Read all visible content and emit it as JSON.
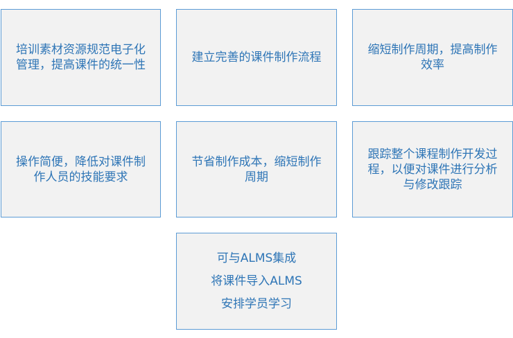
{
  "boxes": [
    {
      "lines": [
        "培训素材资源规范电子化",
        "管理，提高课件的统一性"
      ]
    },
    {
      "lines": [
        "建立完善的课件制作流程"
      ]
    },
    {
      "lines": [
        "缩短制作周期，提高制作",
        "效率"
      ]
    },
    {
      "lines": [
        "操作简便，降低对课件制",
        "作人员的技能要求"
      ]
    },
    {
      "lines": [
        "节省制作成本，缩短制作",
        "周期"
      ]
    },
    {
      "lines": [
        "跟踪整个课程制作开发过",
        "程，以便对课件进行分析",
        "与修改跟踪"
      ]
    },
    {
      "lines": [
        "可与ALMS集成",
        "将课件导入ALMS",
        "安排学员学习"
      ]
    }
  ],
  "colors": {
    "box_fill": "#f2f2f2",
    "box_border": "#5b9bd5",
    "text": "#2e75b6"
  }
}
